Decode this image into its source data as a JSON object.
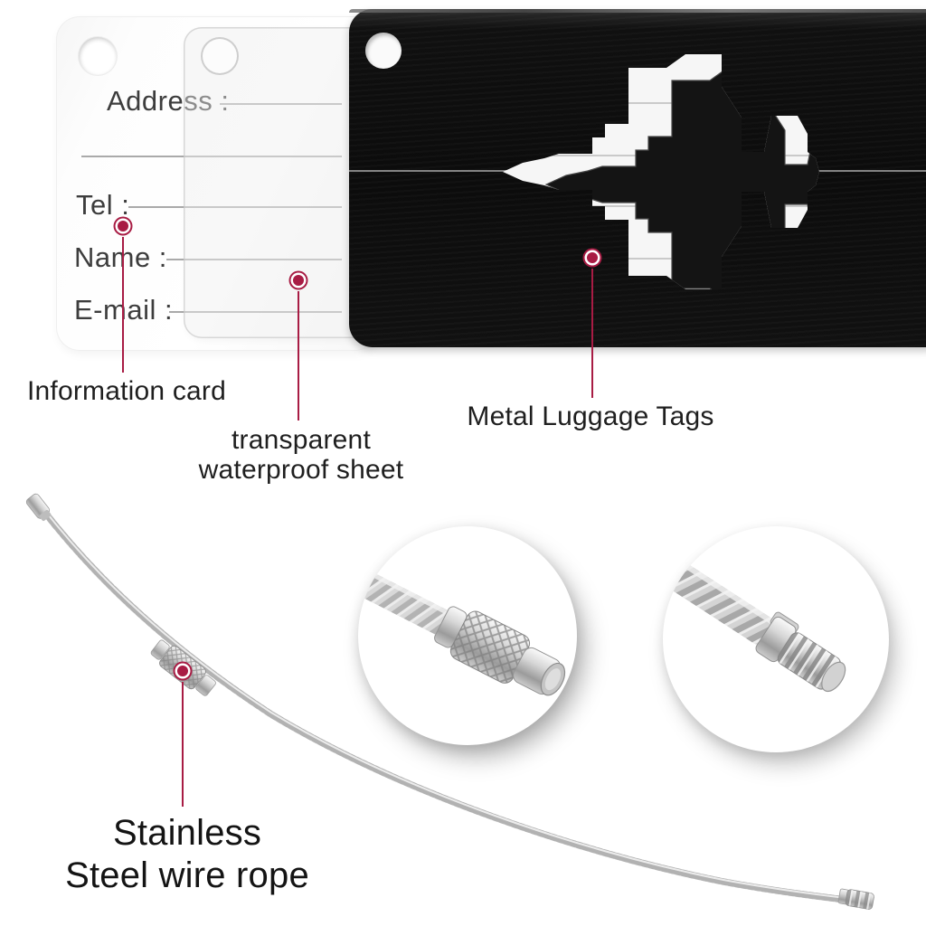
{
  "colors": {
    "accent": "#a81c44",
    "tag_black": "#0c0c0c",
    "metal_gray": "#c6c6c6"
  },
  "card": {
    "fields": [
      {
        "label": "Address :"
      },
      {
        "label": "Tel :"
      },
      {
        "label": "Name :"
      },
      {
        "label": "E-mail :"
      }
    ]
  },
  "callouts": {
    "information_card": {
      "label": "Information card"
    },
    "waterproof_sheet": {
      "line1": "transparent",
      "line2": "waterproof sheet"
    },
    "metal_tags": {
      "label": "Metal Luggage Tags"
    },
    "wire_rope": {
      "line1": "Stainless",
      "line2": "Steel wire rope"
    }
  },
  "icons": {
    "airplane": "airplane-cutout",
    "hole_punch": "strap-hole",
    "screw_clasp": "knurled-screw-clasp",
    "thread_end": "threaded-screw-end",
    "wire": "stainless-wire-rope"
  }
}
